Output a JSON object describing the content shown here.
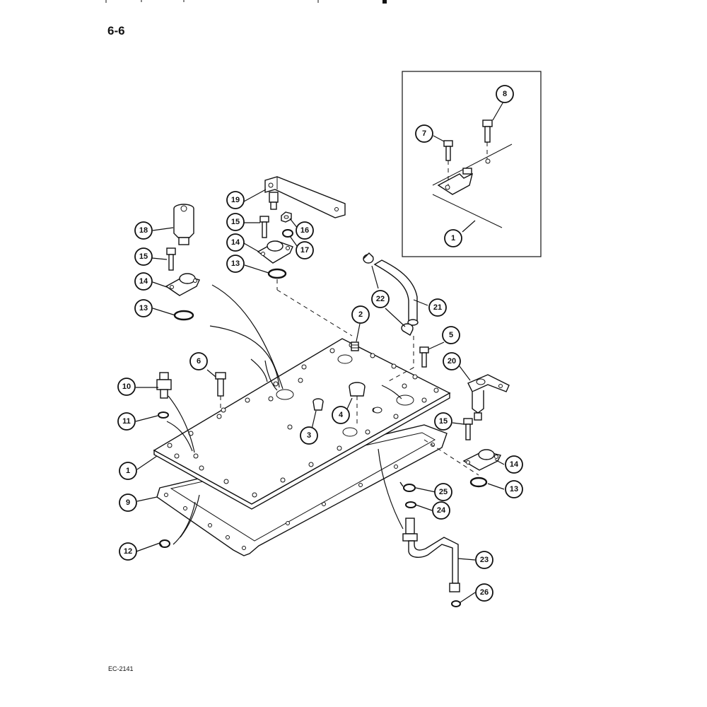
{
  "page": {
    "number": "6-6",
    "figure_code": "EC-2141"
  },
  "callouts": {
    "c1_inset": "1",
    "c7": "7",
    "c8": "8",
    "c19": "19",
    "c18": "18",
    "c15a": "15",
    "c16": "16",
    "c14a": "14",
    "c17": "17",
    "c15b": "15",
    "c13a": "13",
    "c14b": "14",
    "c13b": "13",
    "c22": "22",
    "c21": "21",
    "c2": "2",
    "c5": "5",
    "c6": "6",
    "c20": "20",
    "c10": "10",
    "c4": "4",
    "c11": "11",
    "c3": "3",
    "c15c": "15",
    "c1": "1",
    "c14c": "14",
    "c9": "9",
    "c13c": "13",
    "c25": "25",
    "c24": "24",
    "c12": "12",
    "c23": "23",
    "c26": "26"
  }
}
